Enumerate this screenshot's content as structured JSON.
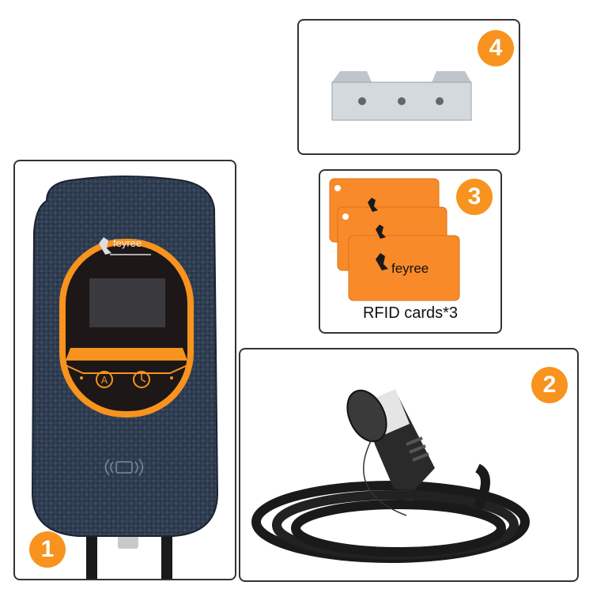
{
  "colors": {
    "accent": "#f7931e",
    "border": "#333333",
    "housing": "#2c3a4c",
    "display": "#1d1717",
    "card": "#f98a2a"
  },
  "panels": {
    "bracket": {
      "badge": "4"
    },
    "rfid": {
      "badge": "3",
      "caption": "RFID cards*3",
      "brand": "feyree"
    },
    "cable": {
      "badge": "2"
    },
    "charger": {
      "badge": "1",
      "brand": "feyree"
    }
  },
  "icons": [
    "feyree-logo-icon",
    "auto-mode-icon",
    "timer-icon",
    "rfid-reader-icon"
  ]
}
